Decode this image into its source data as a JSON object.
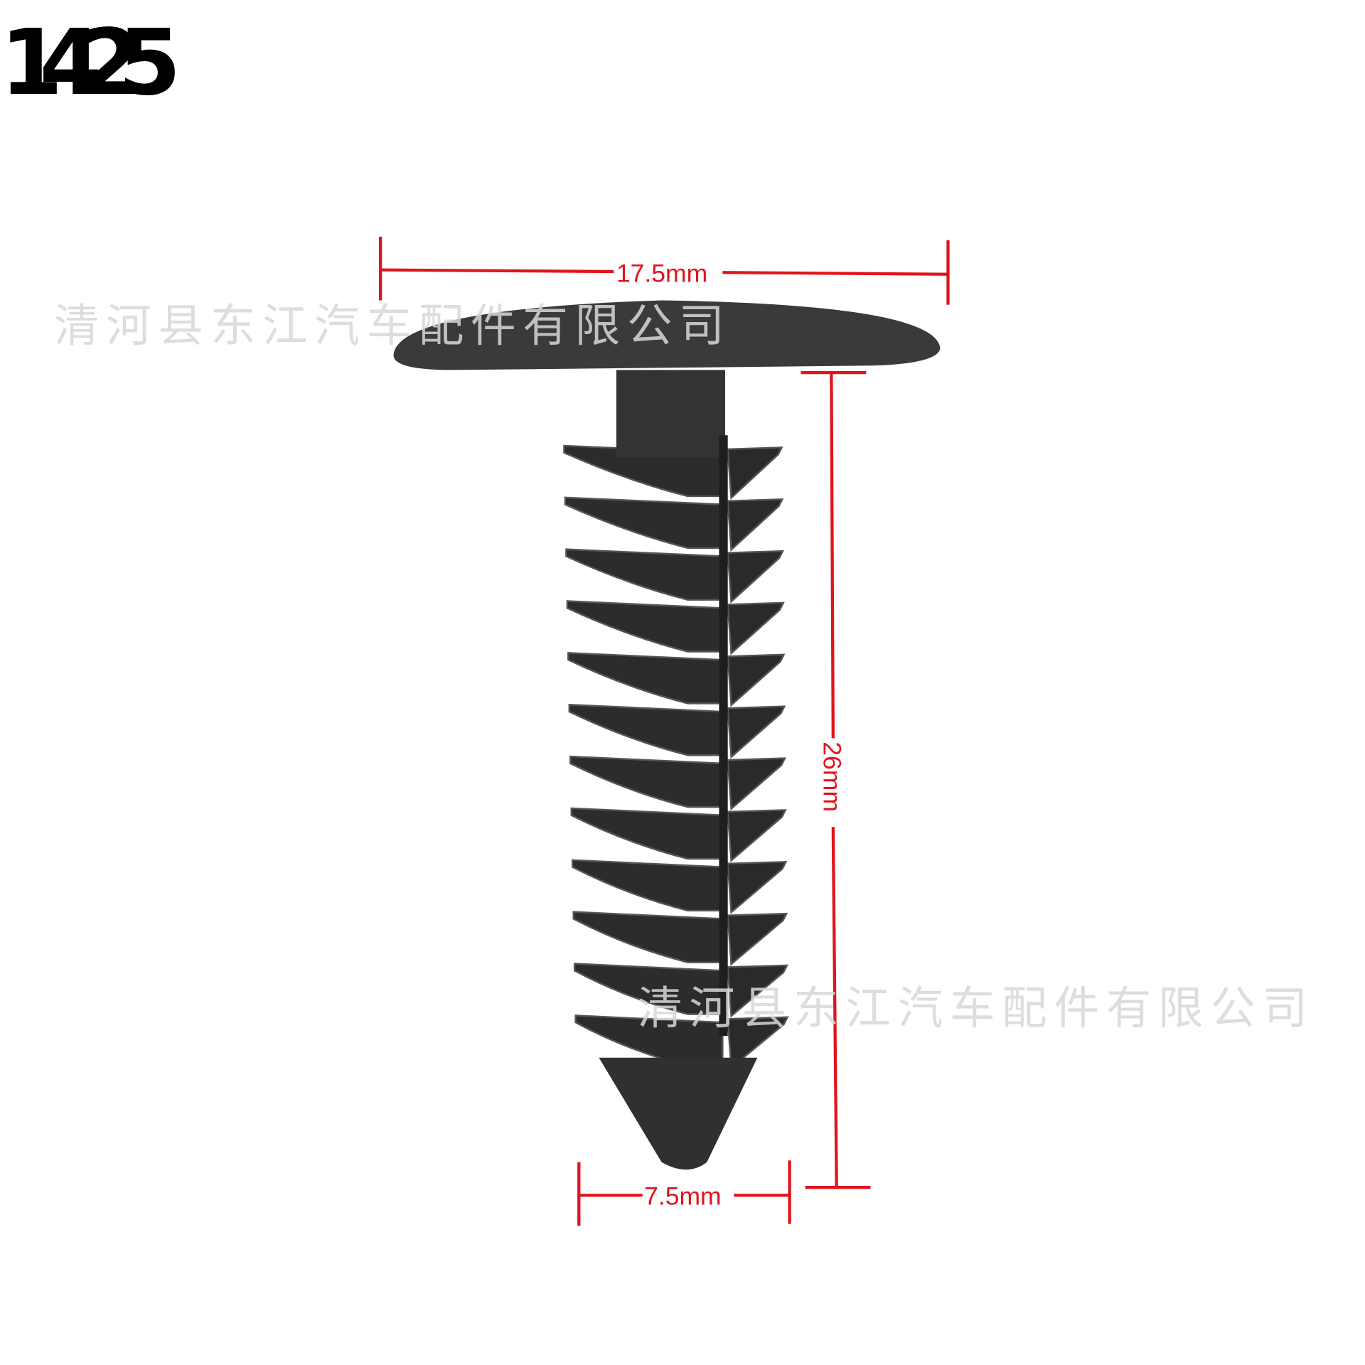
{
  "product": {
    "code": "1425",
    "dimensions": {
      "head_diameter": "17.5mm",
      "length": "26mm",
      "shank_diameter": "7.5mm"
    },
    "watermark": "清河县东江汽车配件有限公司"
  },
  "colors": {
    "dimension_line": "#e0141c",
    "part": "#2e2e2e",
    "watermark": "#d8d8d8"
  }
}
